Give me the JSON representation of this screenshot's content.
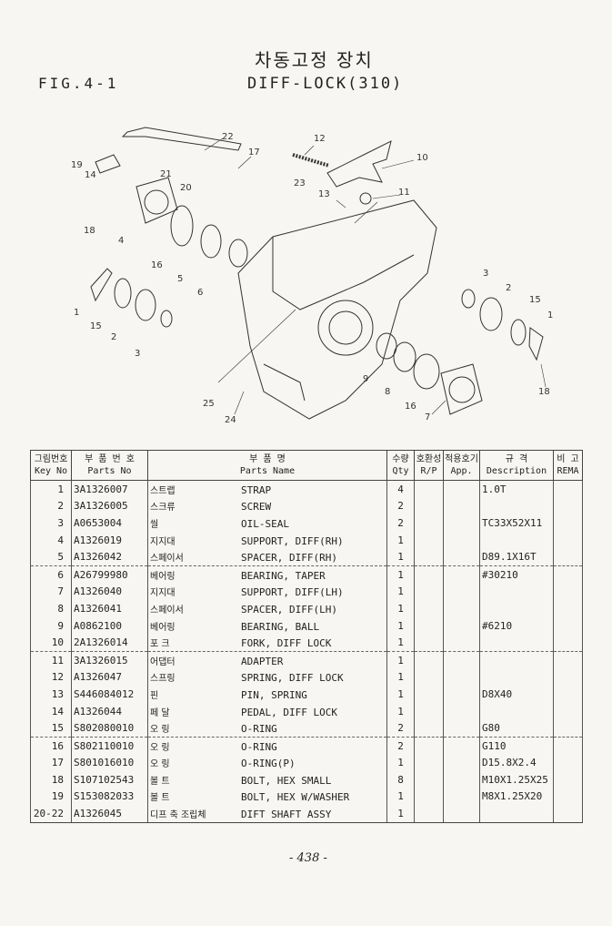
{
  "header": {
    "title_ko": "차동고정 장치",
    "fig": "FIG.4-1",
    "subtitle": "DIFF-LOCK(310)"
  },
  "callouts": [
    "22",
    "17",
    "12",
    "10",
    "19",
    "14",
    "21",
    "20",
    "23",
    "13",
    "11",
    "18",
    "4",
    "16",
    "5",
    "6",
    "3",
    "2",
    "15",
    "1",
    "1",
    "15",
    "2",
    "3",
    "9",
    "8",
    "16",
    "7",
    "18",
    "25",
    "24"
  ],
  "table": {
    "headers": [
      {
        "ko": "그림번호",
        "en": "Key No"
      },
      {
        "ko": "부 품 번 호",
        "en": "Parts No"
      },
      {
        "ko": "부 품 명",
        "en": "Parts Name"
      },
      {
        "ko": "수량",
        "en": "Qty"
      },
      {
        "ko": "호환성",
        "en": "R/P"
      },
      {
        "ko": "적용호기",
        "en": "App."
      },
      {
        "ko": "규 격",
        "en": "Description"
      },
      {
        "ko": "비 고",
        "en": "REMA"
      }
    ],
    "rows": [
      {
        "key": "1",
        "part": "3A1326007",
        "ko": "스트랩",
        "name": "STRAP",
        "qty": "4",
        "desc": "1.0T"
      },
      {
        "key": "2",
        "part": "3A1326005",
        "ko": "스크류",
        "name": "SCREW",
        "qty": "2",
        "desc": ""
      },
      {
        "key": "3",
        "part": "A0653004",
        "ko": "씰",
        "name": "OIL-SEAL",
        "qty": "2",
        "desc": "TC33X52X11"
      },
      {
        "key": "4",
        "part": "A1326019",
        "ko": "지지대",
        "name": "SUPPORT, DIFF(RH)",
        "qty": "1",
        "desc": ""
      },
      {
        "key": "5",
        "part": "A1326042",
        "ko": "스페이서",
        "name": "SPACER, DIFF(RH)",
        "qty": "1",
        "desc": "D89.1X16T"
      },
      {
        "key": "6",
        "part": "A26799980",
        "ko": "베어링",
        "name": "BEARING, TAPER",
        "qty": "1",
        "desc": "#30210"
      },
      {
        "key": "7",
        "part": "A1326040",
        "ko": "지지대",
        "name": "SUPPORT, DIFF(LH)",
        "qty": "1",
        "desc": ""
      },
      {
        "key": "8",
        "part": "A1326041",
        "ko": "스페이서",
        "name": "SPACER, DIFF(LH)",
        "qty": "1",
        "desc": ""
      },
      {
        "key": "9",
        "part": "A0862100",
        "ko": "베어링",
        "name": "BEARING, BALL",
        "qty": "1",
        "desc": "#6210"
      },
      {
        "key": "10",
        "part": "2A1326014",
        "ko": "포 크",
        "name": "FORK, DIFF LOCK",
        "qty": "1",
        "desc": ""
      },
      {
        "key": "11",
        "part": "3A1326015",
        "ko": "어댑터",
        "name": "ADAPTER",
        "qty": "1",
        "desc": ""
      },
      {
        "key": "12",
        "part": "A1326047",
        "ko": "스프링",
        "name": "SPRING, DIFF LOCK",
        "qty": "1",
        "desc": ""
      },
      {
        "key": "13",
        "part": "S446084012",
        "ko": "핀",
        "name": "PIN, SPRING",
        "qty": "1",
        "desc": "D8X40"
      },
      {
        "key": "14",
        "part": "A1326044",
        "ko": "페 달",
        "name": "PEDAL, DIFF LOCK",
        "qty": "1",
        "desc": ""
      },
      {
        "key": "15",
        "part": "S802080010",
        "ko": "오 링",
        "name": "O-RING",
        "qty": "2",
        "desc": "G80"
      },
      {
        "key": "16",
        "part": "S802110010",
        "ko": "오 링",
        "name": "O-RING",
        "qty": "2",
        "desc": "G110"
      },
      {
        "key": "17",
        "part": "S801016010",
        "ko": "오 링",
        "name": "O-RING(P)",
        "qty": "1",
        "desc": "D15.8X2.4"
      },
      {
        "key": "18",
        "part": "S107102543",
        "ko": "볼 트",
        "name": "BOLT, HEX SMALL",
        "qty": "8",
        "desc": "M10X1.25X25"
      },
      {
        "key": "19",
        "part": "S153082033",
        "ko": "볼 트",
        "name": "BOLT, HEX W/WASHER",
        "qty": "1",
        "desc": "M8X1.25X20"
      },
      {
        "key": "20-22",
        "part": "A1326045",
        "ko": "디프 축 조립체",
        "name": "DIFT SHAFT ASSY",
        "qty": "1",
        "desc": ""
      }
    ]
  },
  "footer": {
    "page": "- 438 -"
  }
}
